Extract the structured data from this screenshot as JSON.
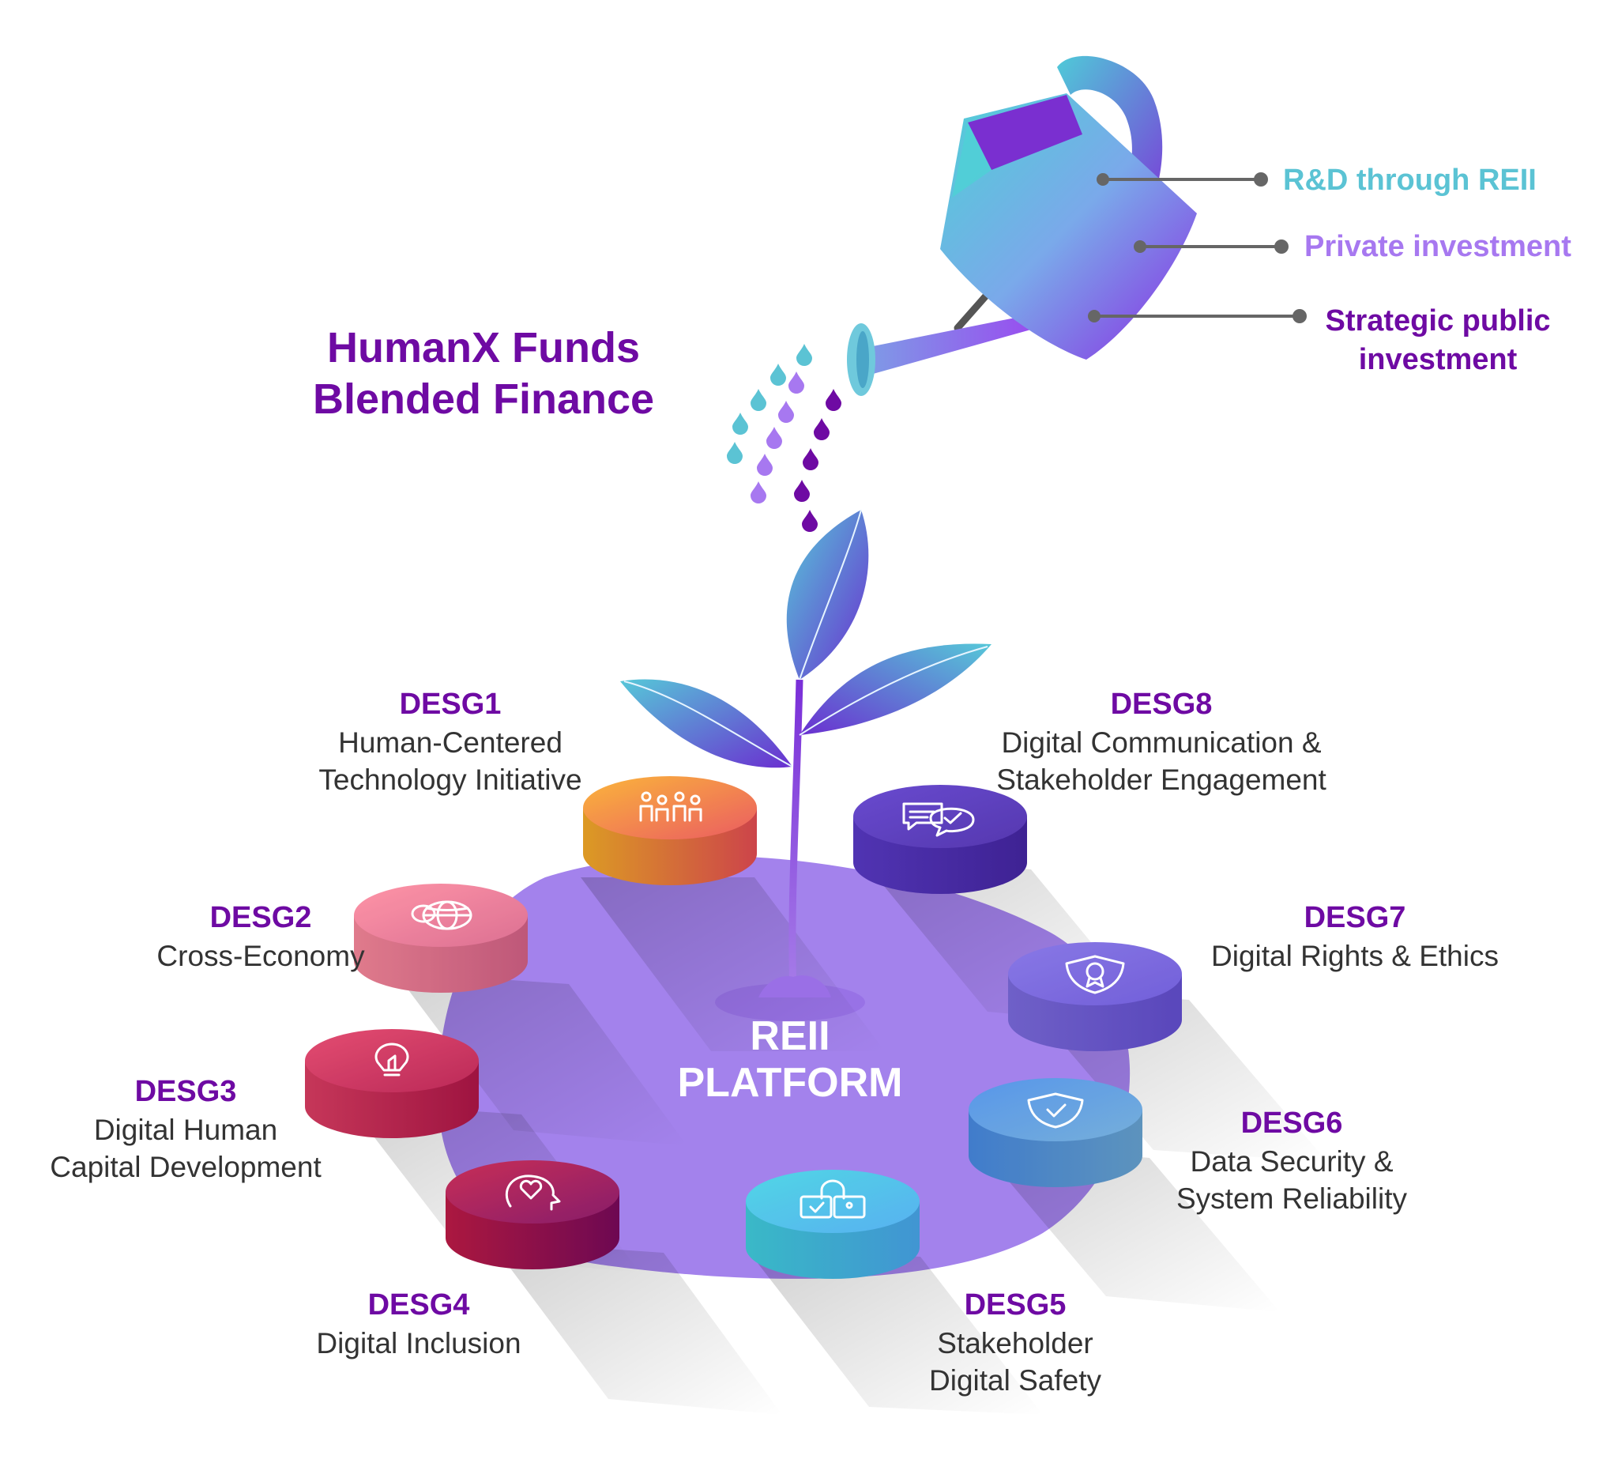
{
  "title": [
    "HumanX Funds",
    "Blended Finance"
  ],
  "platform": [
    "REII",
    "PLATFORM"
  ],
  "funding_sources": [
    {
      "label": "R&D through REII",
      "color": "#5bc3d4"
    },
    {
      "label": "Private investment",
      "color": "#a778f0"
    },
    {
      "label": "Strategic public investment",
      "lines": [
        "Strategic public",
        "investment"
      ],
      "color": "#6e0aa3"
    }
  ],
  "desgs": [
    {
      "code": "DESG1",
      "name": [
        "Human-Centered",
        "Technology Initiative"
      ],
      "icon": "people-icon",
      "colors": [
        "#fbb02a",
        "#e94e55"
      ]
    },
    {
      "code": "DESG2",
      "name": [
        "Cross-Economy"
      ],
      "icon": "globe-icon",
      "colors": [
        "#ff8ca0",
        "#d9648a"
      ]
    },
    {
      "code": "DESG3",
      "name": [
        "Digital Human",
        "Capital Development"
      ],
      "icon": "lightbulb-icon",
      "colors": [
        "#e23f66",
        "#b5174a"
      ]
    },
    {
      "code": "DESG4",
      "name": [
        "Digital Inclusion"
      ],
      "icon": "head-heart-icon",
      "colors": [
        "#c41c49",
        "#7d0a5e"
      ]
    },
    {
      "code": "DESG5",
      "name": [
        "Stakeholder",
        "Digital Safety"
      ],
      "icon": "padlock-icon",
      "colors": [
        "#42d3e3",
        "#4aaaf0"
      ]
    },
    {
      "code": "DESG6",
      "name": [
        "Data Security &",
        "System Reliability"
      ],
      "icon": "shield-check-icon",
      "colors": [
        "#4a8ee8",
        "#6aa8d8"
      ]
    },
    {
      "code": "DESG7",
      "name": [
        "Digital Rights & Ethics"
      ],
      "icon": "shield-badge-icon",
      "colors": [
        "#7f6ee4",
        "#6651d6"
      ]
    },
    {
      "code": "DESG8",
      "name": [
        "Digital Communication &",
        "Stakeholder Engagement"
      ],
      "icon": "chat-bubbles-icon",
      "colors": [
        "#5c3ccc",
        "#4727a8"
      ]
    }
  ],
  "colors": {
    "title": "#6e0aa3",
    "platform": "#a382ec",
    "text": "#333333"
  }
}
